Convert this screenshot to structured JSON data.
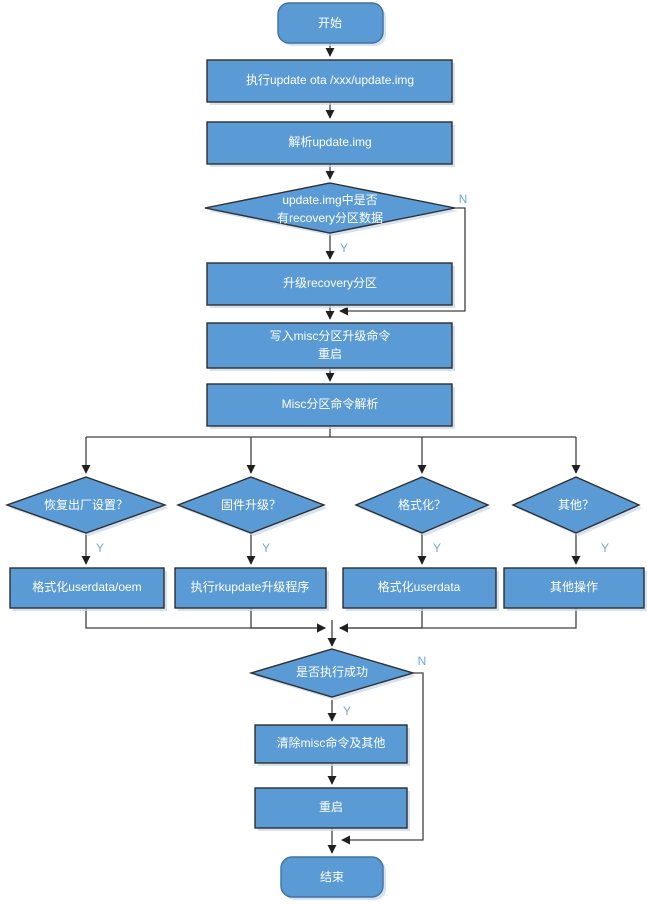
{
  "diagram": {
    "title_visible": false,
    "type": "flowchart",
    "orientation": "top-to-bottom",
    "colors": {
      "node_fill": "#5B9BD5",
      "node_stroke": "#2E2E2E",
      "node_text": "#FFFFFF",
      "edge_stroke": "#404040",
      "edge_label": "#6FA8DC",
      "background": "#FFFFFF"
    },
    "nodes": {
      "start": {
        "label": "开始",
        "shape": "rounded-rectangle"
      },
      "exec_update_ota": {
        "label": "执行update ota /xxx/update.img",
        "shape": "rectangle"
      },
      "parse_update_img": {
        "label": "解析update.img",
        "shape": "rectangle"
      },
      "has_recovery_data": {
        "label_line1": "update.img中是否",
        "label_line2": "有recovery分区数据",
        "shape": "diamond"
      },
      "upgrade_recovery": {
        "label": "升级recovery分区",
        "shape": "rectangle"
      },
      "write_misc": {
        "label_line1": "写入misc分区升级命令",
        "label_line2": "重启",
        "shape": "rectangle"
      },
      "misc_parse": {
        "label": "Misc分区命令解析",
        "shape": "rectangle"
      },
      "factory_reset_q": {
        "label": "恢复出厂设置？",
        "shape": "diamond"
      },
      "firmware_upgrade_q": {
        "label": "固件升级？",
        "shape": "diamond"
      },
      "format_q": {
        "label": "格式化？",
        "shape": "diamond"
      },
      "other_q": {
        "label": "其他？",
        "shape": "diamond"
      },
      "format_userdata_oem": {
        "label": "格式化userdata/oem",
        "shape": "rectangle"
      },
      "exec_rkupdate": {
        "label": "执行rkupdate升级程序",
        "shape": "rectangle"
      },
      "format_userdata": {
        "label": "格式化userdata",
        "shape": "rectangle"
      },
      "other_op": {
        "label": "其他操作",
        "shape": "rectangle"
      },
      "exec_success_q": {
        "label": "是否执行成功",
        "shape": "diamond"
      },
      "clear_misc": {
        "label": "清除misc命令及其他",
        "shape": "rectangle"
      },
      "reboot": {
        "label": "重启",
        "shape": "rectangle"
      },
      "end": {
        "label": "结束",
        "shape": "rounded-rectangle"
      }
    },
    "edge_labels": {
      "recovery_no": "N",
      "recovery_yes": "Y",
      "factory_reset_yes": "Y",
      "firmware_upgrade_yes": "Y",
      "format_yes": "Y",
      "other_yes": "Y",
      "success_no": "N",
      "success_yes": "Y"
    }
  }
}
